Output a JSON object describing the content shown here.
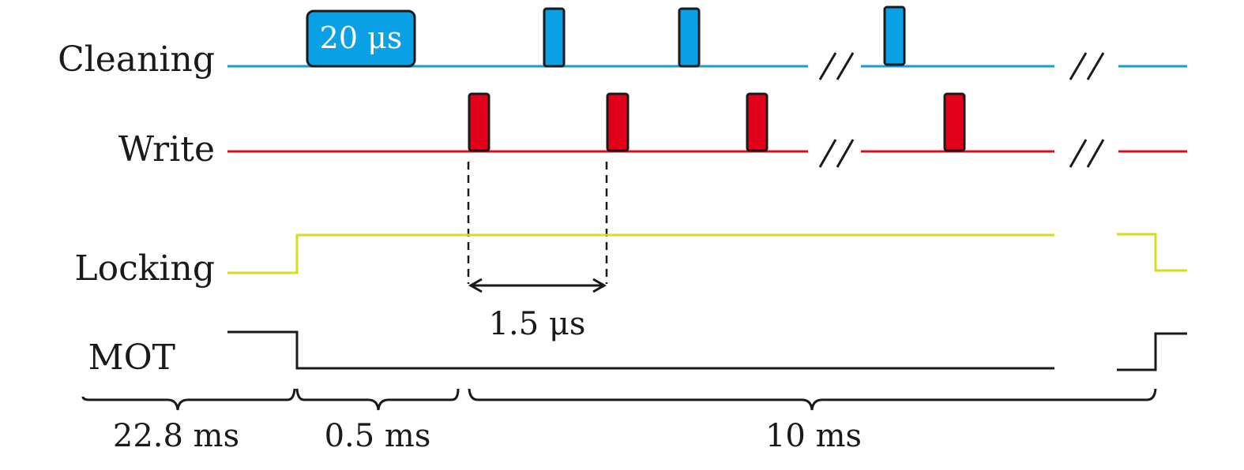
{
  "channels": {
    "cleaning": {
      "label": "Cleaning",
      "color": "#1a9ad6"
    },
    "write": {
      "label": "Write",
      "color": "#d7101c"
    },
    "locking": {
      "label": "Locking",
      "color": "#d6dc1e"
    },
    "mot": {
      "label": "MOT",
      "color": "#1a1a1a"
    }
  },
  "annotations": {
    "cleaning_pulse_width": "20 μs",
    "pulse_spacing": "1.5 μs"
  },
  "phases": [
    {
      "label": "22.8 ms"
    },
    {
      "label": "0.5 ms"
    },
    {
      "label": "10 ms"
    }
  ],
  "colors": {
    "cleaning_fill": "#0aa0e6",
    "write_fill": "#e3001b",
    "outline": "#1a1a1a"
  }
}
